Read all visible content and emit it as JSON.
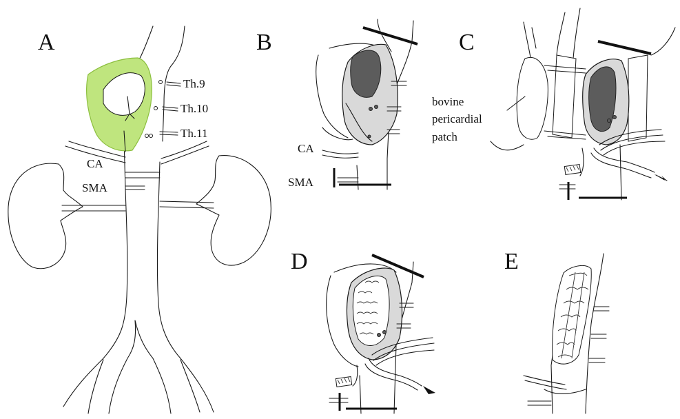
{
  "panels": {
    "A": {
      "letter": "A",
      "labels": {
        "th9": "Th.9",
        "th10": "Th.10",
        "th11": "Th.11",
        "ca": "CA",
        "sma": "SMA"
      }
    },
    "B": {
      "letter": "B",
      "labels": {
        "ca": "CA",
        "sma": "SMA"
      }
    },
    "C": {
      "letter": "C",
      "labels": {
        "patch_line1": "bovine",
        "patch_line2": "pericardial",
        "patch_line3": "patch"
      }
    },
    "D": {
      "letter": "D"
    },
    "E": {
      "letter": "E"
    }
  },
  "colors": {
    "thrombus": "#bfe57e",
    "sac": "#d9d9d9",
    "lumen": "#5c5c5c"
  }
}
